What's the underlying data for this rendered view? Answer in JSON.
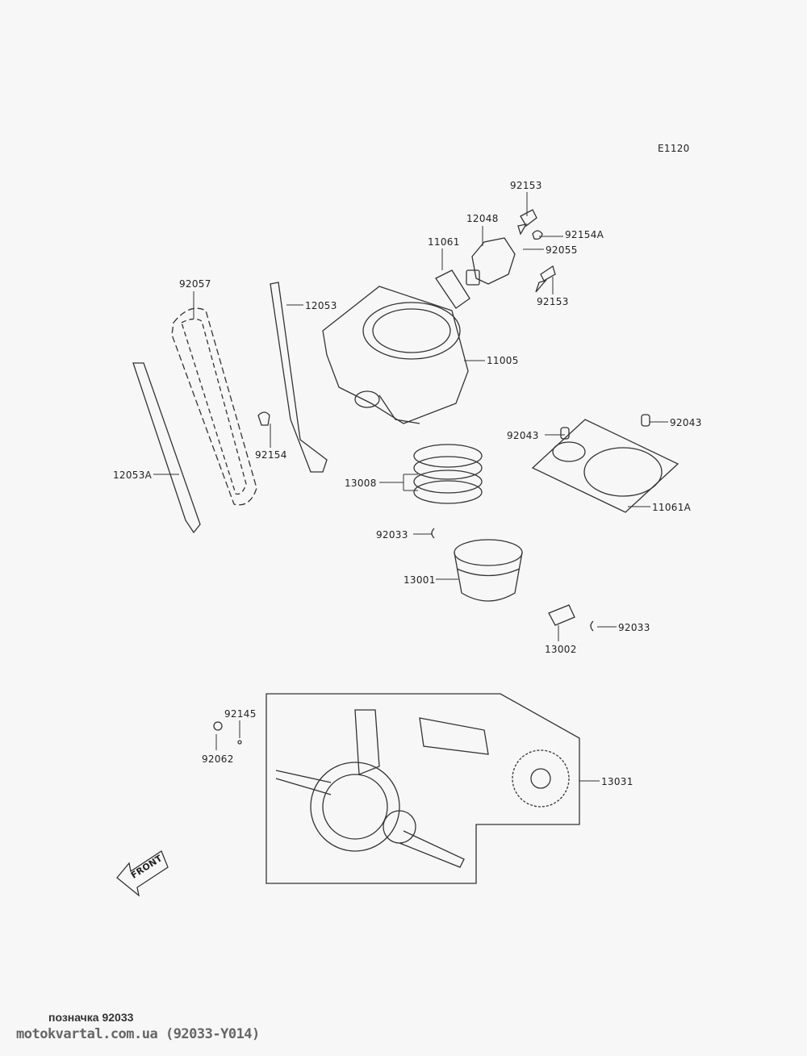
{
  "diagram_code": "E1120",
  "labels": {
    "p92153_top": "92153",
    "p12048": "12048",
    "p92154A": "92154A",
    "p11061": "11061",
    "p92055": "92055",
    "p92153_bottom": "92153",
    "p92057": "92057",
    "p12053": "12053",
    "p11005": "11005",
    "p92043_left": "92043",
    "p92043_right": "92043",
    "p92154": "92154",
    "p12053A": "12053A",
    "p13008": "13008",
    "p11061A": "11061A",
    "p92033_left": "92033",
    "p13001": "13001",
    "p92033_right": "92033",
    "p13002": "13002",
    "p92145": "92145",
    "p92062": "92062",
    "p13031": "13031"
  },
  "front_marker": "FRONT",
  "caption": {
    "title": "позначка 92033",
    "source": "motokvartal.com.ua (92033-Y014)"
  }
}
